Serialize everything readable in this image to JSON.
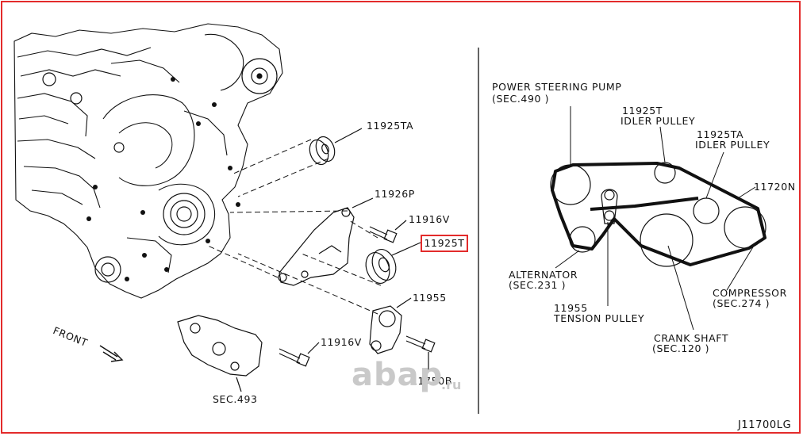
{
  "exploded_view": {
    "labels": {
      "p11925TA": "11925TA",
      "p11926P": "11926P",
      "p11916V_top": "11916V",
      "p11925T": "11925T",
      "p11955": "11955",
      "p11916V_bottom": "11916V",
      "p11750B": "11750B",
      "sec493": "SEC.493",
      "front": "FRONT"
    }
  },
  "belt_routing": {
    "power_steering_pump": "POWER STEERING PUMP",
    "power_steering_pump_sec": "(SEC.490 )",
    "idler_t_code": "11925T",
    "idler_t_name": "IDLER PULLEY",
    "idler_ta_code": "11925TA",
    "idler_ta_name": "IDLER PULLEY",
    "belt_code": "11720N",
    "alternator": "ALTERNATOR",
    "alternator_sec": "(SEC.231 )",
    "tension_code": "11955",
    "tension_name": "TENSION PULLEY",
    "compressor": "COMPRESSOR",
    "compressor_sec": "(SEC.274 )",
    "crank_shaft": "CRANK SHAFT",
    "crank_sec": "(SEC.120 )"
  },
  "diagram_id": "J11700LG",
  "watermark": {
    "brand": "abap",
    "suffix": ".ru"
  },
  "colors": {
    "highlight": "#e32b2b",
    "line": "#111111",
    "watermark": "#c9c9c9"
  }
}
